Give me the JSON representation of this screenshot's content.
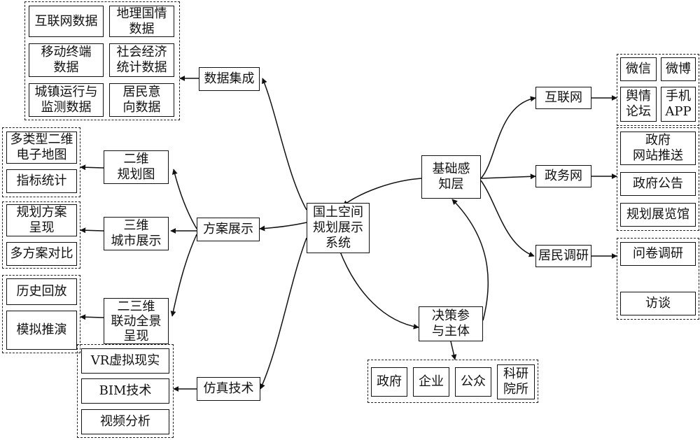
{
  "center": "国土空间\n规划展示\n系统",
  "left": {
    "data_integration": {
      "label": "数据集成",
      "items": [
        "互联网数据",
        "地理国情\n数据",
        "移动终端\n数据",
        "社会经济\n统计数据",
        "城镇运行与\n监测数据",
        "居民意\n向数据"
      ]
    },
    "scheme_display": {
      "label": "方案展示",
      "two_d": {
        "label": "二维\n规划图",
        "items": [
          "多类型二维\n电子地图",
          "指标统计"
        ]
      },
      "three_d": {
        "label": "三维\n城市展示",
        "items": [
          "规划方案\n呈现",
          "多方案对比"
        ]
      },
      "linked": {
        "label": "二三维\n联动全景\n呈现",
        "items": [
          "历史回放",
          "模拟推演"
        ]
      }
    },
    "simulation": {
      "label": "仿真技术",
      "items": [
        "VR虚拟现实",
        "BIM技术",
        "视频分析"
      ]
    }
  },
  "right": {
    "perception": {
      "label": "基础感\n知层",
      "internet": {
        "label": "互联网",
        "items": [
          "微信",
          "微博",
          "舆情\n论坛",
          "手机\nAPP"
        ]
      },
      "government": {
        "label": "政务网",
        "items": [
          "政府\n网站推送",
          "政府公告",
          "规划展览馆"
        ]
      },
      "survey": {
        "label": "居民调研",
        "items": [
          "问卷调研",
          "访谈"
        ]
      }
    },
    "decision": {
      "label": "决策参\n与主体",
      "items": [
        "政府",
        "企业",
        "公众",
        "科研\n院所"
      ]
    }
  }
}
